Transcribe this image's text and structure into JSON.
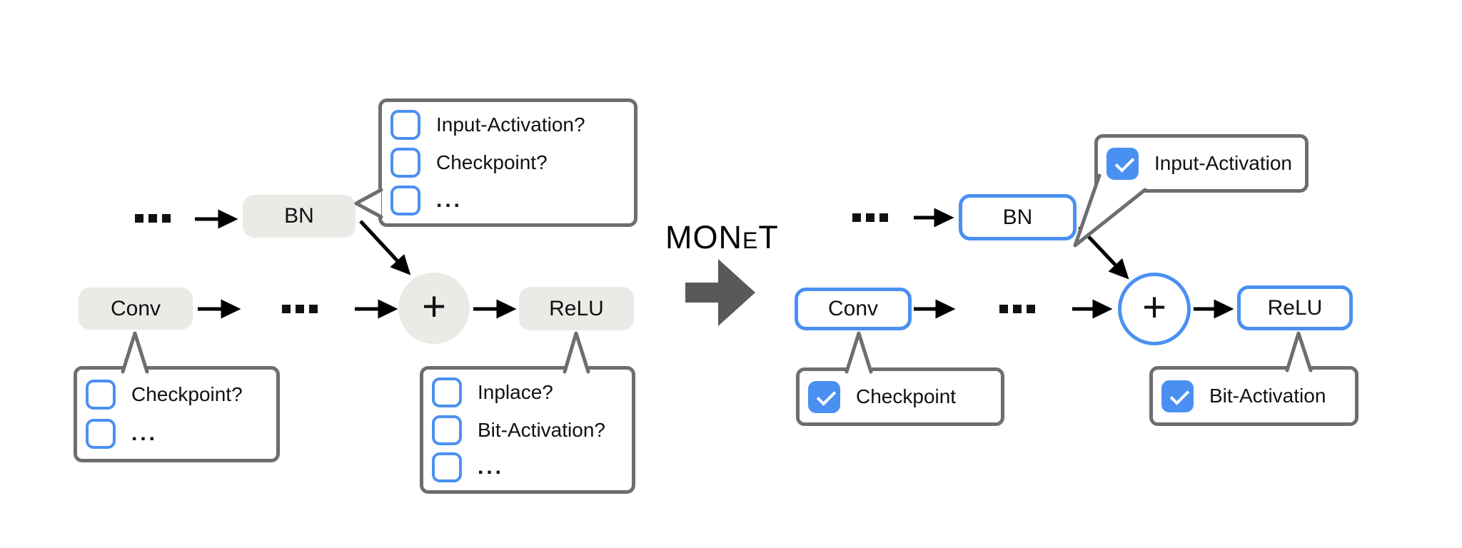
{
  "monet_label": "MONeT",
  "ellipsis": "...",
  "plus": "+",
  "left": {
    "bn": "BN",
    "conv": "Conv",
    "relu": "ReLU",
    "bn_options": [
      "Input-Activation?",
      "Checkpoint?",
      "..."
    ],
    "conv_options": [
      "Checkpoint?",
      "..."
    ],
    "relu_options": [
      "Inplace?",
      "Bit-Activation?",
      "..."
    ]
  },
  "right": {
    "bn": "BN",
    "conv": "Conv",
    "relu": "ReLU",
    "bn_option": "Input-Activation",
    "conv_option": "Checkpoint",
    "relu_option": "Bit-Activation"
  },
  "colors": {
    "accent_blue": "#4A90F2",
    "callout_border": "#6D6E71",
    "node_fill": "#ECEAE7",
    "monet_arrow_gray": "#58595B",
    "arrow_black": "#000000"
  }
}
